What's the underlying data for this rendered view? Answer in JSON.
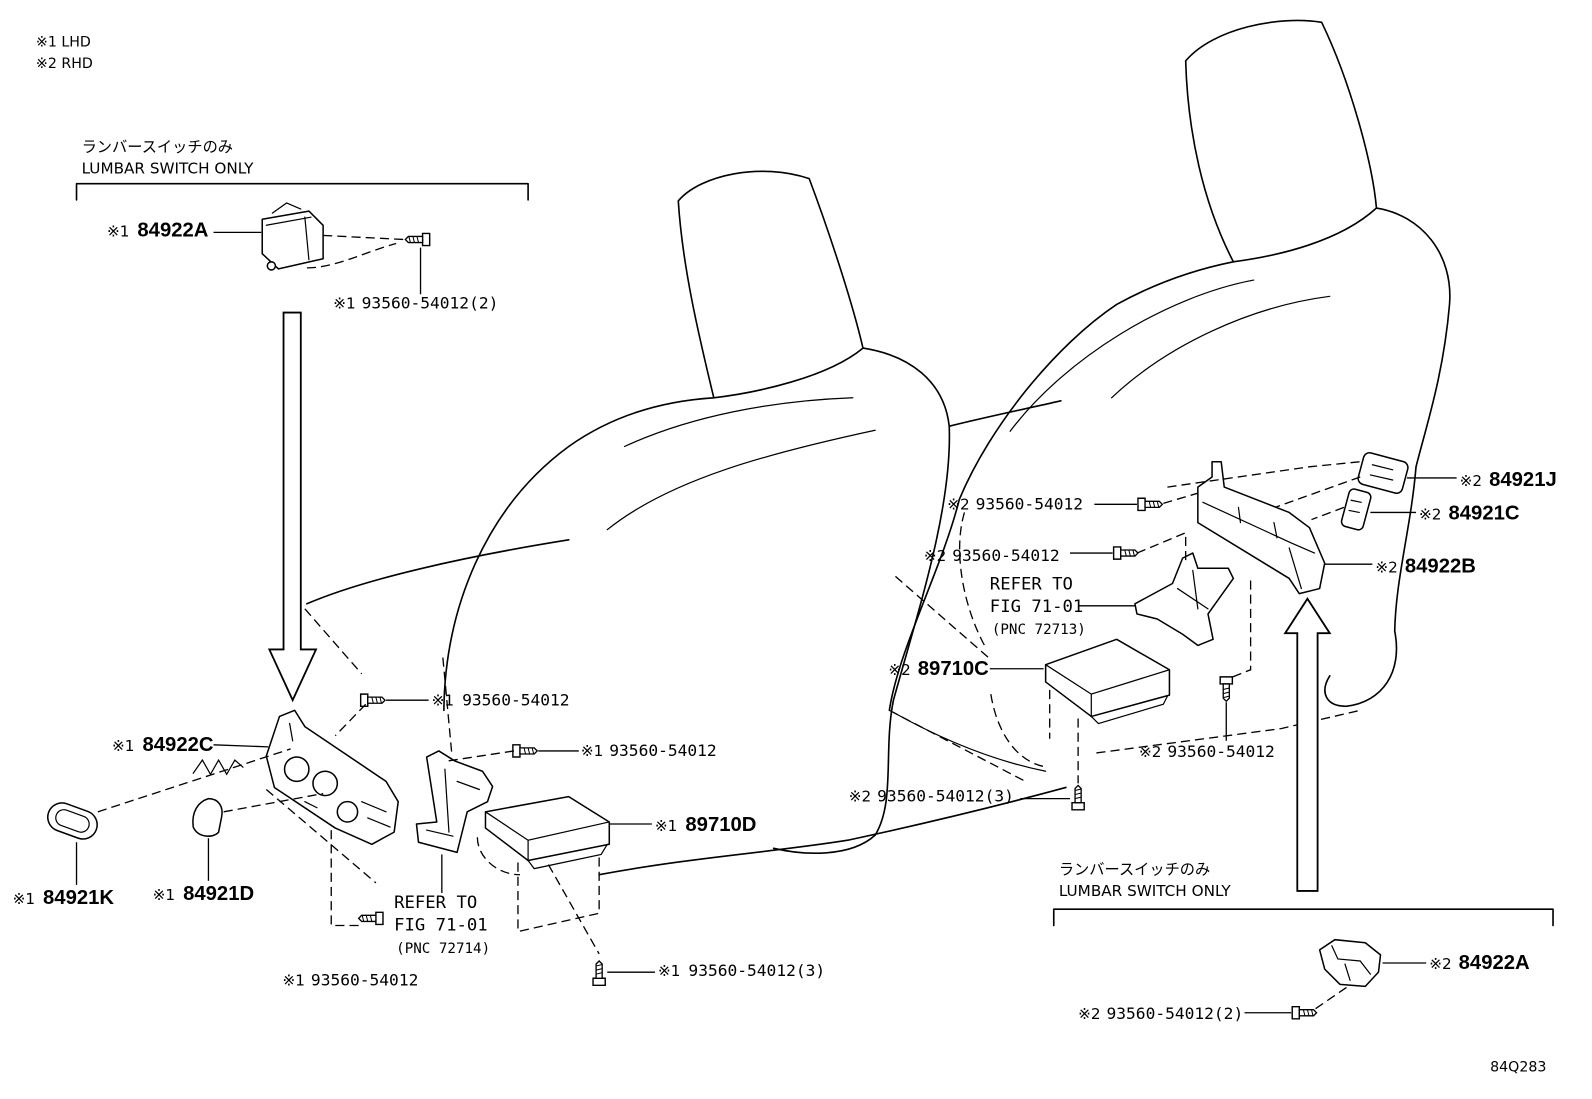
{
  "legend": {
    "lhd": "※1 LHD",
    "rhd": "※2 RHD"
  },
  "lumbar_note_left": {
    "jp": "ランバースイッチのみ",
    "en": "LUMBAR SWITCH ONLY"
  },
  "lumbar_note_right": {
    "jp": "ランバースイッチのみ",
    "en": "LUMBAR SWITCH ONLY"
  },
  "callouts": {
    "lhd_switch_84922A": {
      "mark": "※1",
      "part": "84922A"
    },
    "lhd_switch_bolt": {
      "mark": "※1",
      "part": "93560-54012(2)"
    },
    "lhd_bolt_upper": {
      "mark": "※1",
      "part": "93560-54012"
    },
    "lhd_84922C": {
      "mark": "※1",
      "part": "84922C"
    },
    "lhd_bolt_mid": {
      "mark": "※1",
      "part": "93560-54012"
    },
    "lhd_89710D": {
      "mark": "※1",
      "part": "89710D"
    },
    "lhd_84921K": {
      "mark": "※1",
      "part": "84921K"
    },
    "lhd_84921D": {
      "mark": "※1",
      "part": "84921D"
    },
    "lhd_bolt_lower": {
      "mark": "※1",
      "part": "93560-54012"
    },
    "lhd_bolt_ecu": {
      "mark": "※1",
      "part": "93560-54012(3)"
    },
    "rhd_84921J": {
      "mark": "※2",
      "part": "84921J"
    },
    "rhd_bolt_bracket": {
      "mark": "※2",
      "part": "93560-54012"
    },
    "rhd_84921C": {
      "mark": "※2",
      "part": "84921C"
    },
    "rhd_bolt_duct": {
      "mark": "※2",
      "part": "93560-54012"
    },
    "rhd_84922B": {
      "mark": "※2",
      "part": "84922B"
    },
    "rhd_89710C": {
      "mark": "※2",
      "part": "89710C"
    },
    "rhd_bolt_ecu": {
      "mark": "※2",
      "part": "93560-54012"
    },
    "rhd_bolt_floor": {
      "mark": "※2",
      "part": "93560-54012(3)"
    },
    "rhd_switch_84922A": {
      "mark": "※2",
      "part": "84922A"
    },
    "rhd_switch_bolt": {
      "mark": "※2",
      "part": "93560-54012(2)"
    }
  },
  "refer_left": {
    "line1": "REFER TO",
    "line2": "FIG 71-01",
    "line3": "(PNC 72714)"
  },
  "refer_right": {
    "line1": "REFER TO",
    "line2": "FIG 71-01",
    "line3": "(PNC 72713)"
  },
  "figure_id": "84Q283",
  "colors": {
    "line": "#000000",
    "background": "#ffffff"
  }
}
